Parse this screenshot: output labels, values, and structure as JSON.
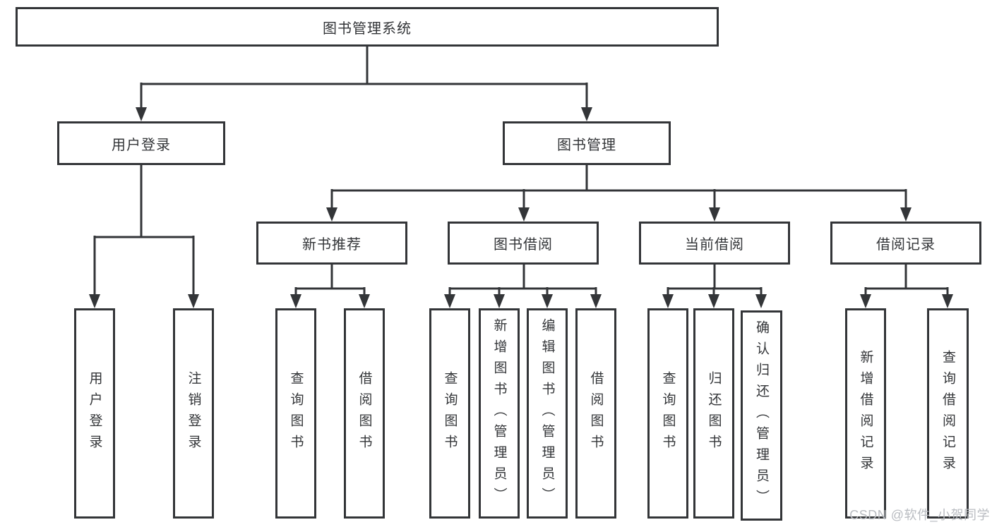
{
  "diagram_title": "图书管理系统",
  "tree": {
    "label": "图书管理系统",
    "children": [
      {
        "label": "用户登录",
        "children": [
          {
            "label": "用户登录"
          },
          {
            "label": "注销登录"
          }
        ]
      },
      {
        "label": "图书管理",
        "children": [
          {
            "label": "新书推荐",
            "children": [
              {
                "label": "查询图书"
              },
              {
                "label": "借阅图书"
              }
            ]
          },
          {
            "label": "图书借阅",
            "children": [
              {
                "label": "查询图书"
              },
              {
                "label": "新增图书（管理员）"
              },
              {
                "label": "编辑图书（管理员）"
              },
              {
                "label": "借阅图书"
              }
            ]
          },
          {
            "label": "当前借阅",
            "children": [
              {
                "label": "查询图书"
              },
              {
                "label": "归还图书"
              },
              {
                "label": "确认归还（管理员）"
              }
            ]
          },
          {
            "label": "借阅记录",
            "children": [
              {
                "label": "新增借阅记录"
              },
              {
                "label": "查询借阅记录"
              }
            ]
          }
        ]
      }
    ]
  },
  "watermark": "CSDN @软件_小贺同学",
  "colors": {
    "line": "#333538",
    "text": "#333538",
    "watermark": "#b9bcc1",
    "background": "#ffffff"
  }
}
